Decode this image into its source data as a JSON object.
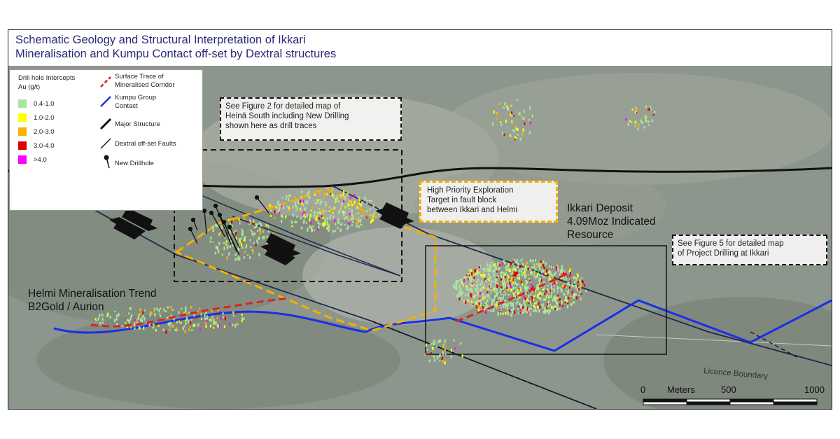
{
  "title": {
    "line1": "Schematic Geology and Structural Interpretation of Ikkari",
    "line2": "Mineralisation and Kumpu Contact off-set by Dextral structures"
  },
  "legend": {
    "intercepts_header1": "Drill hole Intercepts",
    "intercepts_header2": "Au (g/t)",
    "classes": [
      {
        "label": "0.4-1.0",
        "color": "#a8e6a0"
      },
      {
        "label": "1.0-2.0",
        "color": "#ffff00"
      },
      {
        "label": "2.0-3.0",
        "color": "#ffb000"
      },
      {
        "label": "3.0-4.0",
        "color": "#e00000"
      },
      {
        "label": ">4.0",
        "color": "#ff00ff"
      }
    ],
    "symbols": {
      "surface_trace1": "Surface Trace of",
      "surface_trace2": "Mineralised Corridor",
      "kumpu1": "Kumpu Group",
      "kumpu2": "Contact",
      "major": "Major Structure",
      "dextral": "Dextral off-set Faults",
      "drillhole": "New Drillhole"
    }
  },
  "notes": {
    "fig2_1": "See Figure 2 for detailed map of",
    "fig2_2": "Heinä South including New Drilling",
    "fig2_3": "shown here as drill traces",
    "fig5_1": "See Figure 5 for detailed map",
    "fig5_2": "of Project Drilling at Ikkari",
    "target1": "High Priority Exploration",
    "target2": "Target in fault block",
    "target3": "between Ikkari and Helmi"
  },
  "labels": {
    "ikkari1": "Ikkari Deposit",
    "ikkari2": "4.09Moz Indicated",
    "ikkari3": "Resource",
    "helmi1": "Helmi Mineralisation Trend",
    "helmi2": "B2Gold / Aurion",
    "licence": "Licence Boundary"
  },
  "scale": {
    "zero": "0",
    "unit": "Meters",
    "mid": "500",
    "max": "1000"
  },
  "colors": {
    "kumpu_contact": "#1a2fe6",
    "surface_trace": "#e02020",
    "target_outline": "#f5b000",
    "structure": "#111111",
    "fault": "#1e2a4a"
  }
}
